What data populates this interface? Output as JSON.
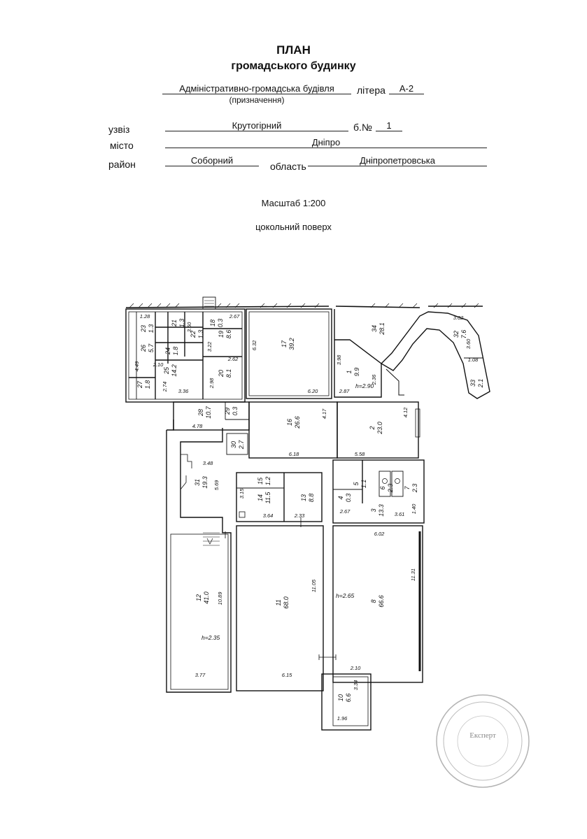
{
  "header": {
    "title": "ПЛАН",
    "subtitle": "громадського будинку"
  },
  "form": {
    "purpose_value": "Адміністративно-громадська будівля",
    "purpose_caption": "(призначення)",
    "litera_label": "літера",
    "litera_value": "А-2",
    "street_label": "узвіз",
    "street_value": "Крутогірний",
    "building_no_label": "б.№",
    "building_no_value": "1",
    "city_label": "місто",
    "city_value": "Дніпро",
    "district_label": "район",
    "district_value": "Соборний",
    "region_label": "область",
    "region_value": "Дніпропетровська"
  },
  "scale": "Масштаб 1:200",
  "floor": "цокольний поверх",
  "rooms": [
    {
      "no": "1",
      "area": "9.9"
    },
    {
      "no": "2",
      "area": "23.0"
    },
    {
      "no": "3",
      "area": "13.3"
    },
    {
      "no": "4",
      "area": "0.3"
    },
    {
      "no": "5",
      "area": "1.1"
    },
    {
      "no": "6",
      "area": "2.3"
    },
    {
      "no": "7",
      "area": "2.3"
    },
    {
      "no": "8",
      "area": "66.6"
    },
    {
      "no": "10",
      "area": "6.6"
    },
    {
      "no": "11",
      "area": "68.0"
    },
    {
      "no": "12",
      "area": "41.0"
    },
    {
      "no": "13",
      "area": "8.8"
    },
    {
      "no": "14",
      "area": "11.5"
    },
    {
      "no": "15",
      "area": "1.2"
    },
    {
      "no": "16",
      "area": "26.6"
    },
    {
      "no": "17",
      "area": "39.2"
    },
    {
      "no": "18",
      "area": "0.3"
    },
    {
      "no": "19",
      "area": "8.6"
    },
    {
      "no": "20",
      "area": "8.1"
    },
    {
      "no": "21",
      "area": "1.3"
    },
    {
      "no": "22",
      "area": "1.3"
    },
    {
      "no": "23",
      "area": "1.3"
    },
    {
      "no": "24",
      "area": "1.8"
    },
    {
      "no": "25",
      "area": "14.2"
    },
    {
      "no": "26",
      "area": "5.7"
    },
    {
      "no": "27",
      "area": "1.8"
    },
    {
      "no": "28",
      "area": "10.7"
    },
    {
      "no": "29",
      "area": "0.3"
    },
    {
      "no": "30",
      "area": "2.7"
    },
    {
      "no": "31",
      "area": "19.3"
    },
    {
      "no": "32",
      "area": "7.6"
    },
    {
      "no": "33",
      "area": "2.1"
    },
    {
      "no": "34",
      "area": "28.1"
    }
  ],
  "dimensions": [
    "1.28",
    "3.60",
    "2.67",
    "6.32",
    "3.98",
    "3.02",
    "3.60",
    "1.08",
    "4.49",
    "2.10",
    "2.74",
    "3.36",
    "3.77",
    "3.22",
    "2.62",
    "2.98",
    "6.20",
    "2.36",
    "2.87",
    "4.17",
    "4.12",
    "4.78",
    "3.48",
    "5.69",
    "6.18",
    "5.58",
    "3.15",
    "3.64",
    "2.33",
    "2.67",
    "3.61",
    "1.40",
    "6.02",
    "11.31",
    "11.05",
    "10.89",
    "6.15",
    "2.10",
    "3.34",
    "1.96"
  ],
  "heights": [
    "h=2.90",
    "h=2.65",
    "h=2.35"
  ],
  "stamp": {
    "center_text": "Експерт"
  }
}
